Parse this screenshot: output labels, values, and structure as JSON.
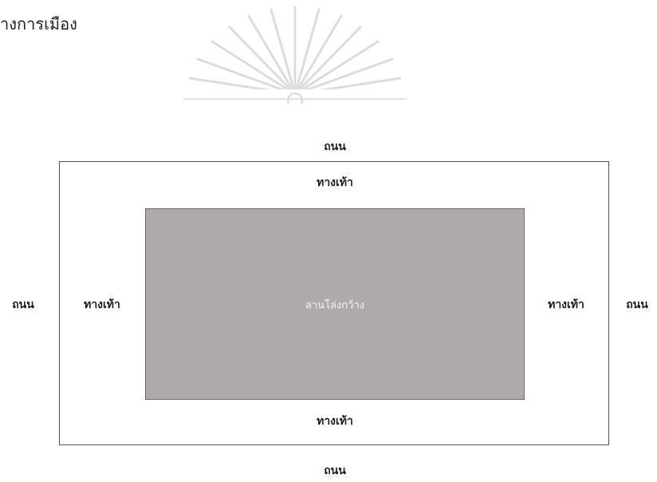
{
  "header_fragment": "างการเมือง",
  "diagram": {
    "road_label": "ถนน",
    "sidewalk_label": "ทางเท้า",
    "plaza_label": "ลานโล่งกว้าง",
    "plaza_fill": "#aeaaa9"
  }
}
